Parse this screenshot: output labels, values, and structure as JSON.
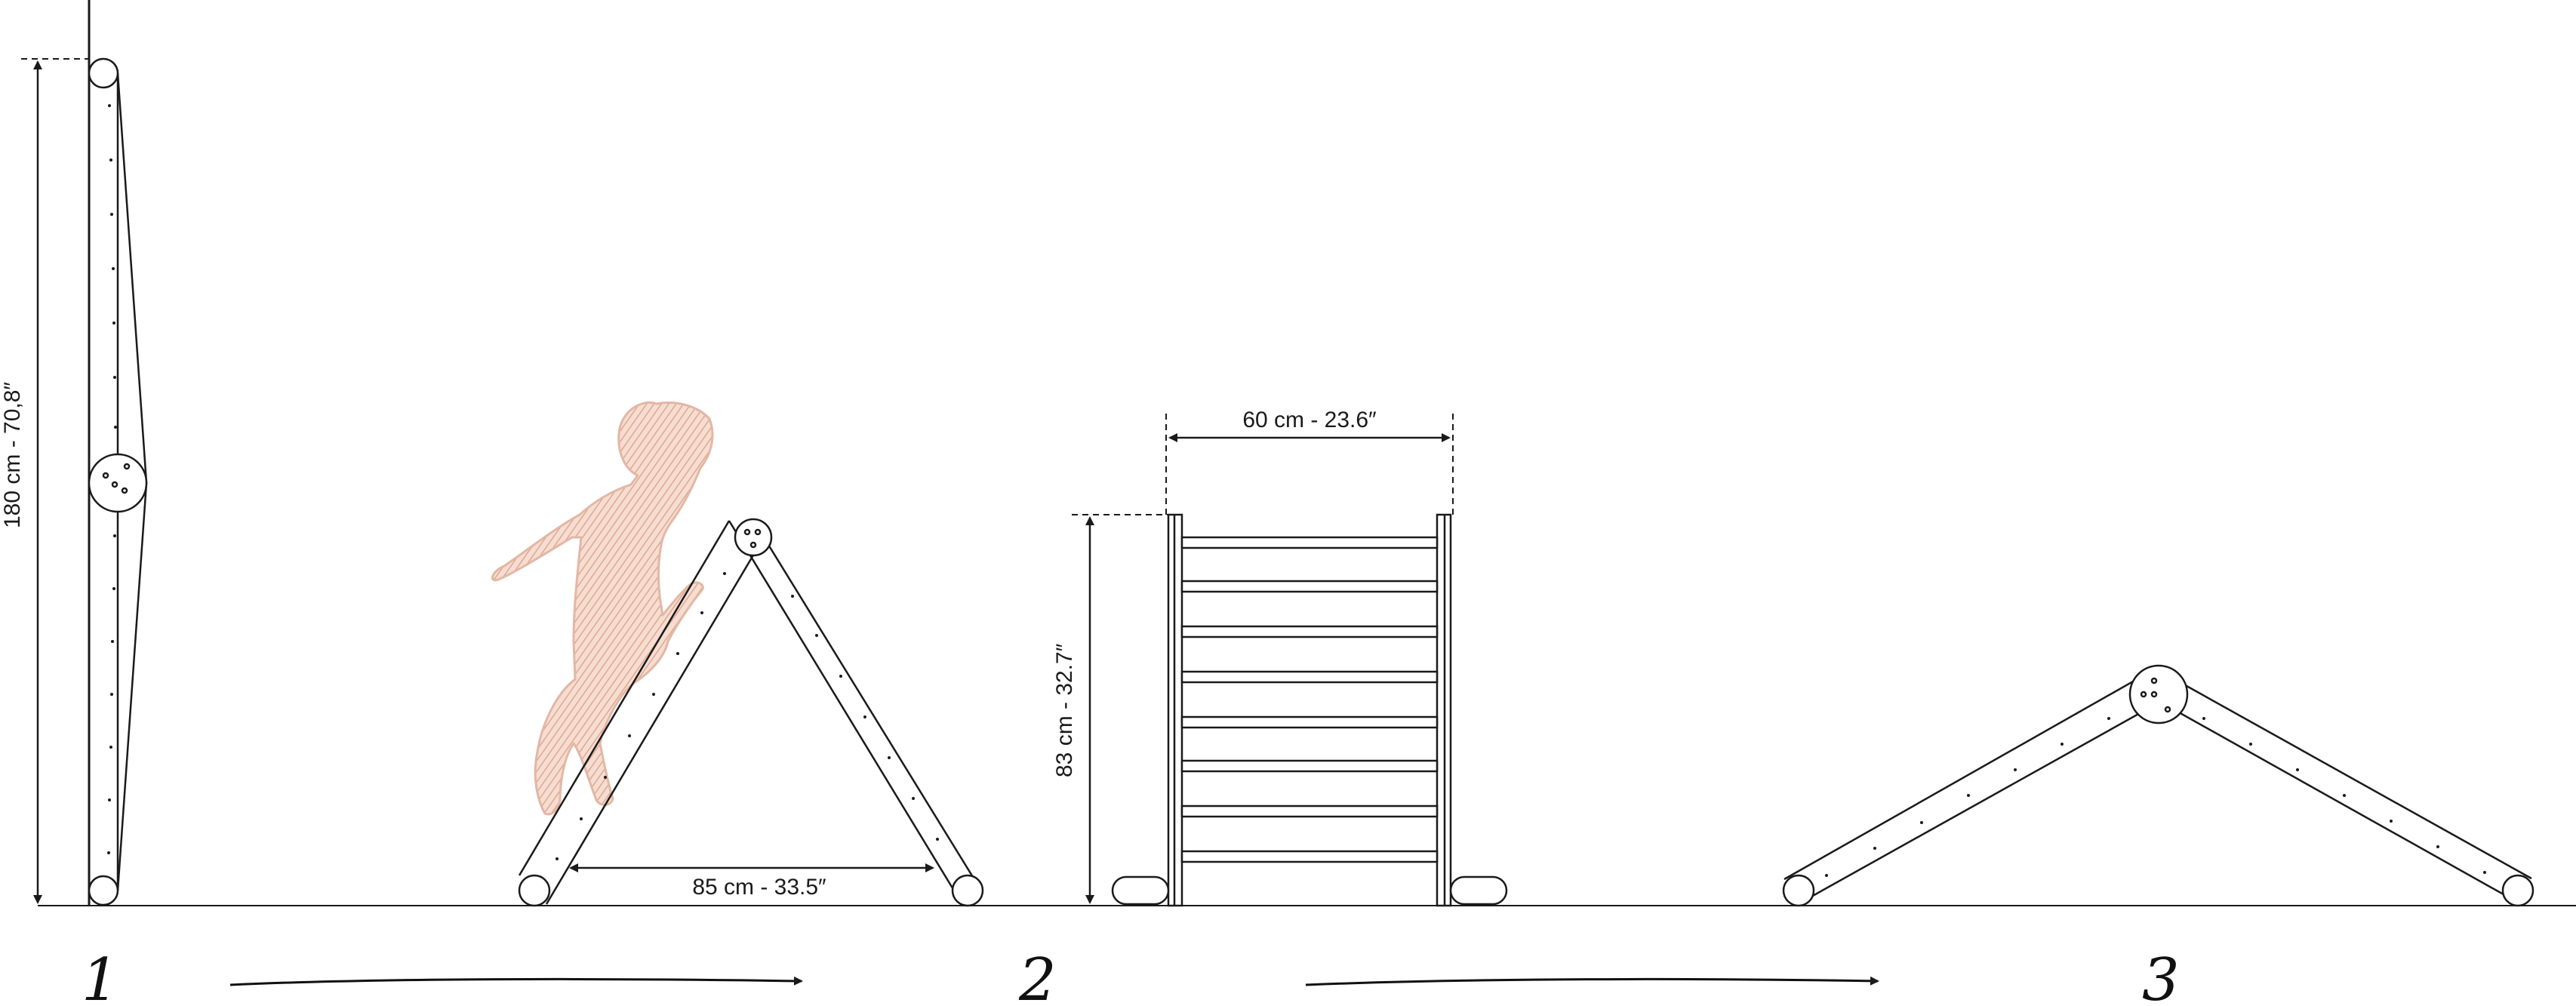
{
  "dimensions": {
    "height": "180 cm - 70,8″",
    "width_triangle": "85 cm - 33.5″",
    "width_ladder": "60 cm - 23.6″",
    "height_ladder": "83 cm - 32.7″"
  },
  "steps": [
    "1",
    "2",
    "3"
  ],
  "colors": {
    "line": "#1a1a1a",
    "child": "#e8b4a0"
  }
}
